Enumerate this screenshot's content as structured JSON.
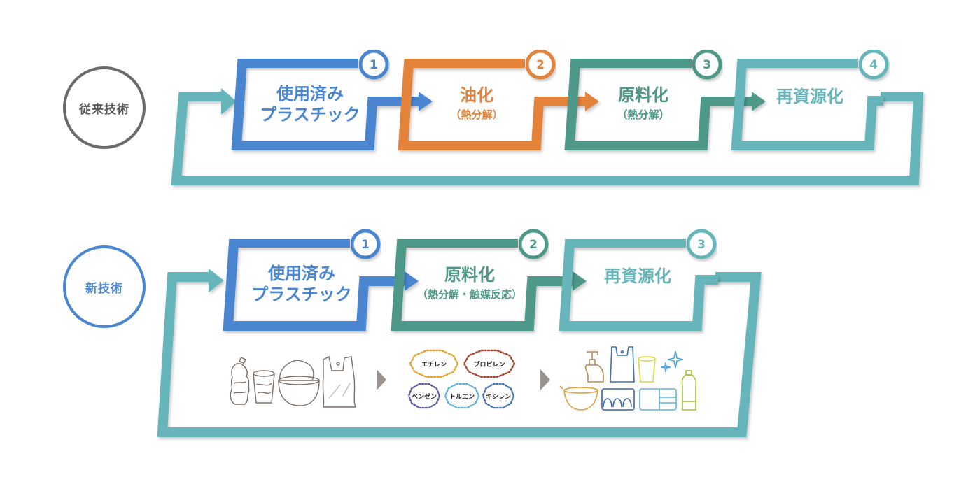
{
  "colors": {
    "blue": "#4a86cf",
    "orange": "#e2823a",
    "green": "#4e9888",
    "teal": "#66b5bb",
    "gray_label": "#6a6a6a",
    "arrow_gray": "#9a928c"
  },
  "conventional": {
    "label": "従来技術",
    "steps": [
      {
        "number": "1",
        "title_line1": "使用済み",
        "title_line2": "プラスチック",
        "sub": "",
        "color": "blue"
      },
      {
        "number": "2",
        "title_line1": "油化",
        "title_line2": "",
        "sub": "（熱分解）",
        "color": "orange"
      },
      {
        "number": "3",
        "title_line1": "原料化",
        "title_line2": "",
        "sub": "（熱分解）",
        "color": "green"
      },
      {
        "number": "4",
        "title_line1": "再資源化",
        "title_line2": "",
        "sub": "",
        "color": "teal"
      }
    ]
  },
  "new_tech": {
    "label": "新技術",
    "steps": [
      {
        "number": "1",
        "title_line1": "使用済み",
        "title_line2": "プラスチック",
        "sub": "",
        "color": "blue"
      },
      {
        "number": "2",
        "title_line1": "原料化",
        "title_line2": "",
        "sub": "（熱分解・触媒反応）",
        "color": "green"
      },
      {
        "number": "3",
        "title_line1": "再資源化",
        "title_line2": "",
        "sub": "",
        "color": "teal"
      }
    ],
    "illustrations": {
      "waste_items": [
        "crushed-bottle",
        "crushed-cup",
        "bowl-with-lid",
        "plastic-bag"
      ],
      "chemicals": [
        {
          "name": "エチレン",
          "color": "#e0a332"
        },
        {
          "name": "プロピレン",
          "color": "#a8452e"
        },
        {
          "name": "ベンゼン",
          "color": "#5b5aa8"
        },
        {
          "name": "トルエン",
          "color": "#5cb3d6"
        },
        {
          "name": "キシレン",
          "color": "#3f72b5"
        }
      ],
      "products": [
        {
          "name": "pump-bottle",
          "color": "#b58b5a"
        },
        {
          "name": "shopping-bag",
          "color": "#3f6fb8"
        },
        {
          "name": "cup",
          "color": "#d6d84a"
        },
        {
          "name": "sparkle",
          "color": "#4ea5d4"
        },
        {
          "name": "bowl",
          "color": "#e2a040"
        },
        {
          "name": "egg-carton",
          "color": "#3a64b0"
        },
        {
          "name": "bento-box",
          "color": "#5db6da"
        },
        {
          "name": "pet-bottle",
          "color": "#a6c43a"
        }
      ]
    }
  }
}
